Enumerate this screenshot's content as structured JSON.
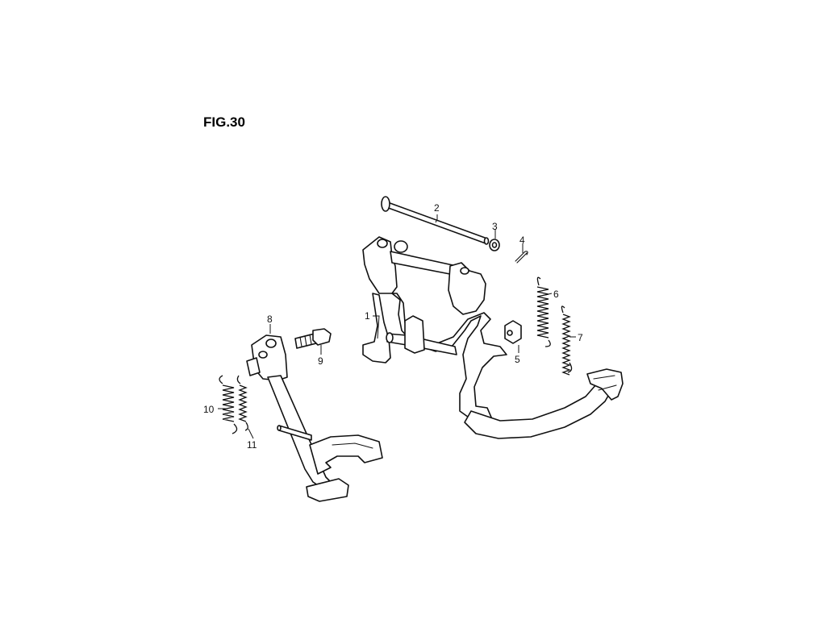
{
  "figure": {
    "title": "FIG.30"
  },
  "callouts": [
    {
      "id": "1",
      "label": "1"
    },
    {
      "id": "2",
      "label": "2"
    },
    {
      "id": "3",
      "label": "3"
    },
    {
      "id": "4",
      "label": "4"
    },
    {
      "id": "5",
      "label": "5"
    },
    {
      "id": "6",
      "label": "6"
    },
    {
      "id": "7",
      "label": "7"
    },
    {
      "id": "8",
      "label": "8"
    },
    {
      "id": "9",
      "label": "9"
    },
    {
      "id": "10",
      "label": "10"
    },
    {
      "id": "11",
      "label": "11"
    }
  ],
  "colors": {
    "background": "#ffffff",
    "line": "#111111"
  }
}
